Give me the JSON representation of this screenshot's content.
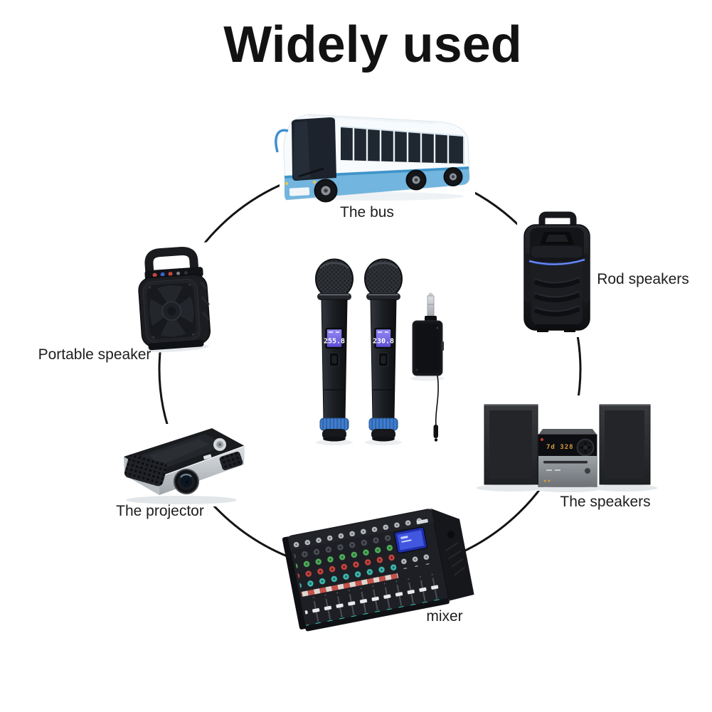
{
  "title": "Widely used",
  "labels": {
    "bus": "The bus",
    "rod_speakers": "Rod speakers",
    "portable_speaker": "Portable speaker",
    "projector": "The projector",
    "stereo_speakers": "The speakers",
    "mixer": "mixer"
  },
  "center_product": {
    "mic1_lcd": "255.8",
    "mic2_lcd": "230.8",
    "stereo_display": "7d 328"
  },
  "colors": {
    "circle": "#141414",
    "bus_skirt_blue": "#72b5de",
    "bus_stripe_blue": "#3f93c9",
    "mic_lcd_purple": "#6f61e0",
    "mic_base_blue": "#3f7dd0",
    "rod_led_blue": "#3c5fd8",
    "mixer_screen_blue": "#4257e0",
    "stereo_display_amber": "#d79a3f"
  }
}
